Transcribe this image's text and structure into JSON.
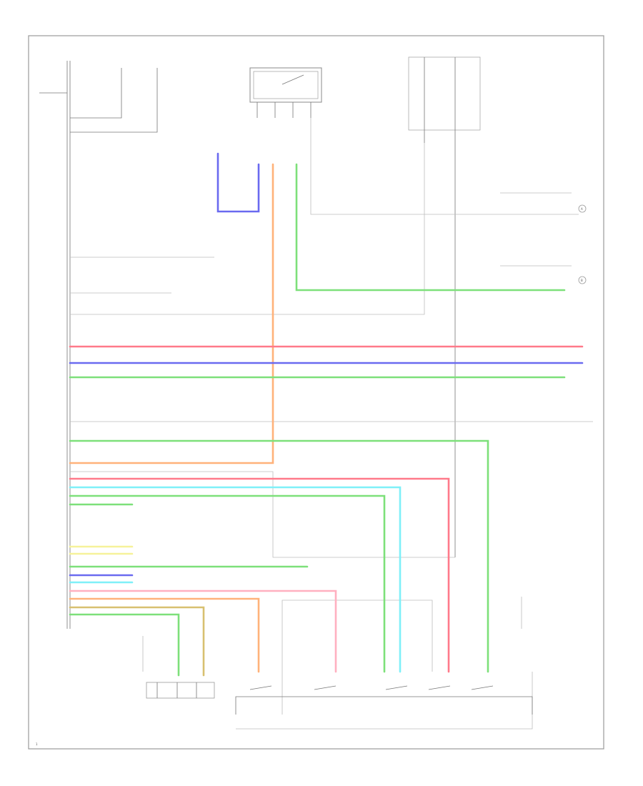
{
  "diagram": {
    "border_color": "#999999",
    "colors": {
      "blue": "#6a6af0",
      "orange": "#ffb27a",
      "green": "#7de07a",
      "red": "#ff7a8a",
      "cyan": "#7ff0f8",
      "yellow": "#f6f29a",
      "pink": "#ffb0c0",
      "olive": "#d8c070",
      "gray": "#999999"
    },
    "text": {
      "page_code": "1",
      "connector_a": "A",
      "connector_b": "B",
      "left_component": "",
      "bottom_assembly": ""
    }
  }
}
